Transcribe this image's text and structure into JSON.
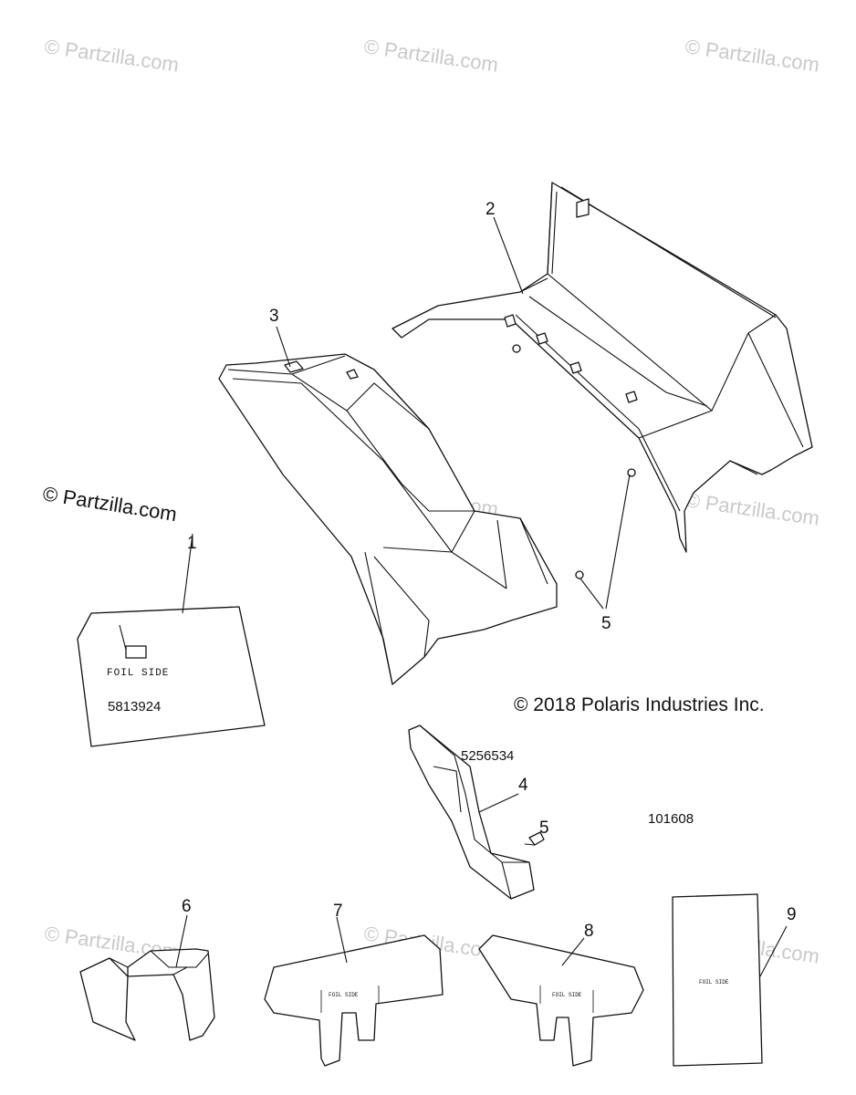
{
  "watermarks": [
    "© Partzilla.com",
    "© Partzilla.com",
    "© Partzilla.com",
    "© Partzilla.com",
    "© Partzilla.com",
    "© Partzilla.com",
    "© Partzilla.com",
    "© Partzilla.com",
    "© Partzilla.com"
  ],
  "watermark_dark": "© Partzilla.com",
  "copyright": "© 2018 Polaris Industries Inc.",
  "diagram_id": "101608",
  "callouts": {
    "c1": "1",
    "c2": "2",
    "c3": "3",
    "c4": "4",
    "c5a": "5",
    "c5b": "5",
    "c6": "6",
    "c7": "7",
    "c8": "8",
    "c9": "9"
  },
  "part_numbers": {
    "p1": "5813924",
    "p4": "5256534"
  },
  "labels": {
    "foil_side": "FOIL SIDE",
    "foil_side_small_7": "FOIL SIDE",
    "foil_side_small_8": "FOIL SIDE",
    "foil_side_small_9": "FOIL SIDE"
  }
}
